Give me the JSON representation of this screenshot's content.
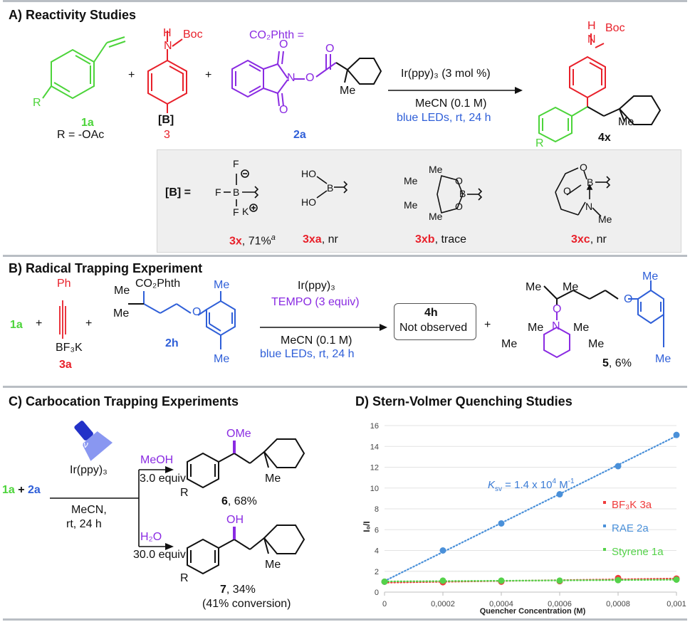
{
  "sections": {
    "a": "A) Reactivity Studies",
    "b": "B) Radical Trapping Experiment",
    "c": "C) Carbocation Trapping Experiments",
    "d": "D) Stern-Volmer Quenching Studies"
  },
  "A": {
    "nh": "H",
    "n": "N",
    "boc": "Boc",
    "co2phth": "CO₂Phth =",
    "r": "R",
    "b_label": "[B]",
    "me": "Me",
    "label_1a": "1a",
    "r_def": "R = -OAc",
    "label_3": "3",
    "label_2a": "2a",
    "label_4x": "4x",
    "plus": "+",
    "o": "O",
    "cond1": "Ir(ppy)₃ (3 mol %)",
    "cond2": "MeCN (0.1 M)",
    "cond3": "blue LEDs, rt, 24 h",
    "b_eq": "[B] =",
    "f": "F",
    "k": "K",
    "b": "B",
    "ho": "HO",
    "r3x": "3x",
    "r3x_val": ", 71%",
    "r3x_sup": "a",
    "r3xa": "3xa",
    "r3xa_val": ", nr",
    "r3xb": "3xb",
    "r3xb_val": ", trace",
    "r3xc": "3xc",
    "r3xc_val": ", nr"
  },
  "B": {
    "ph": "Ph",
    "bf3k": "BF₃K",
    "label_3a": "3a",
    "label_1a": "1a",
    "label_2h": "2h",
    "me": "Me",
    "co2phth": "CO₂Phth",
    "o": "O",
    "n": "N",
    "cond1": "Ir(ppy)₃",
    "cond2": "TEMPO (3 equiv)",
    "cond3": "MeCN (0.1 M)",
    "cond4": "blue LEDs, rt, 24 h",
    "box1": "4h",
    "box2": "Not observed",
    "label_5": "5",
    "yield_5": ", 6%",
    "plus": "+"
  },
  "C": {
    "reactants_a": "1a",
    "reactants_plus": " + ",
    "reactants_b": "2a",
    "hv": "hν",
    "cat": "Ir(ppy)₃",
    "solv": "MeCN,",
    "cond": "rt, 24 h",
    "meoh": "MeOH",
    "meoh_eq": "3.0 equiv",
    "h2o": "H₂O",
    "h2o_eq": "30.0 equiv",
    "ome": "OMe",
    "oh": "OH",
    "me": "Me",
    "r": "R",
    "p6": "6",
    "p6_yield": ", 68%",
    "p7": "7",
    "p7_yield": ", 34%",
    "p7_conv": "(41% conversion)"
  },
  "chart_data": {
    "type": "scatter",
    "title": "",
    "xlabel": "Quencher Concentration (M)",
    "ylabel": "I₀/I",
    "xlim": [
      0,
      0.001
    ],
    "ylim": [
      0,
      16
    ],
    "x_ticks": [
      "0",
      "0,0002",
      "0,0004",
      "0,0006",
      "0,0008",
      "0,001"
    ],
    "y_ticks": [
      "0",
      "2",
      "4",
      "6",
      "8",
      "10",
      "12",
      "14",
      "16"
    ],
    "annotation": "K",
    "annotation_sub": "sv",
    "annotation_rest": " = 1.4 x 10",
    "annotation_sup": "4",
    "annotation_unit": " M",
    "annotation_unit_sup": "-1",
    "series": [
      {
        "name": "BF₃K 3a",
        "color": "#ef3b3b",
        "x": [
          0,
          0.0002,
          0.0004,
          0.0006,
          0.0008,
          0.001
        ],
        "y": [
          1.0,
          0.95,
          1.0,
          1.05,
          1.35,
          1.3
        ]
      },
      {
        "name": "RAE 2a",
        "color": "#4a90d9",
        "x": [
          0,
          0.0002,
          0.0004,
          0.0006,
          0.0008,
          0.001
        ],
        "y": [
          1.0,
          4.0,
          6.6,
          9.4,
          12.1,
          15.1
        ]
      },
      {
        "name": "Styrene 1a",
        "color": "#55d24a",
        "x": [
          0,
          0.0002,
          0.0004,
          0.0006,
          0.0008,
          0.001
        ],
        "y": [
          1.0,
          1.1,
          1.1,
          1.1,
          1.15,
          1.2
        ]
      }
    ],
    "legend_placement": "right"
  }
}
